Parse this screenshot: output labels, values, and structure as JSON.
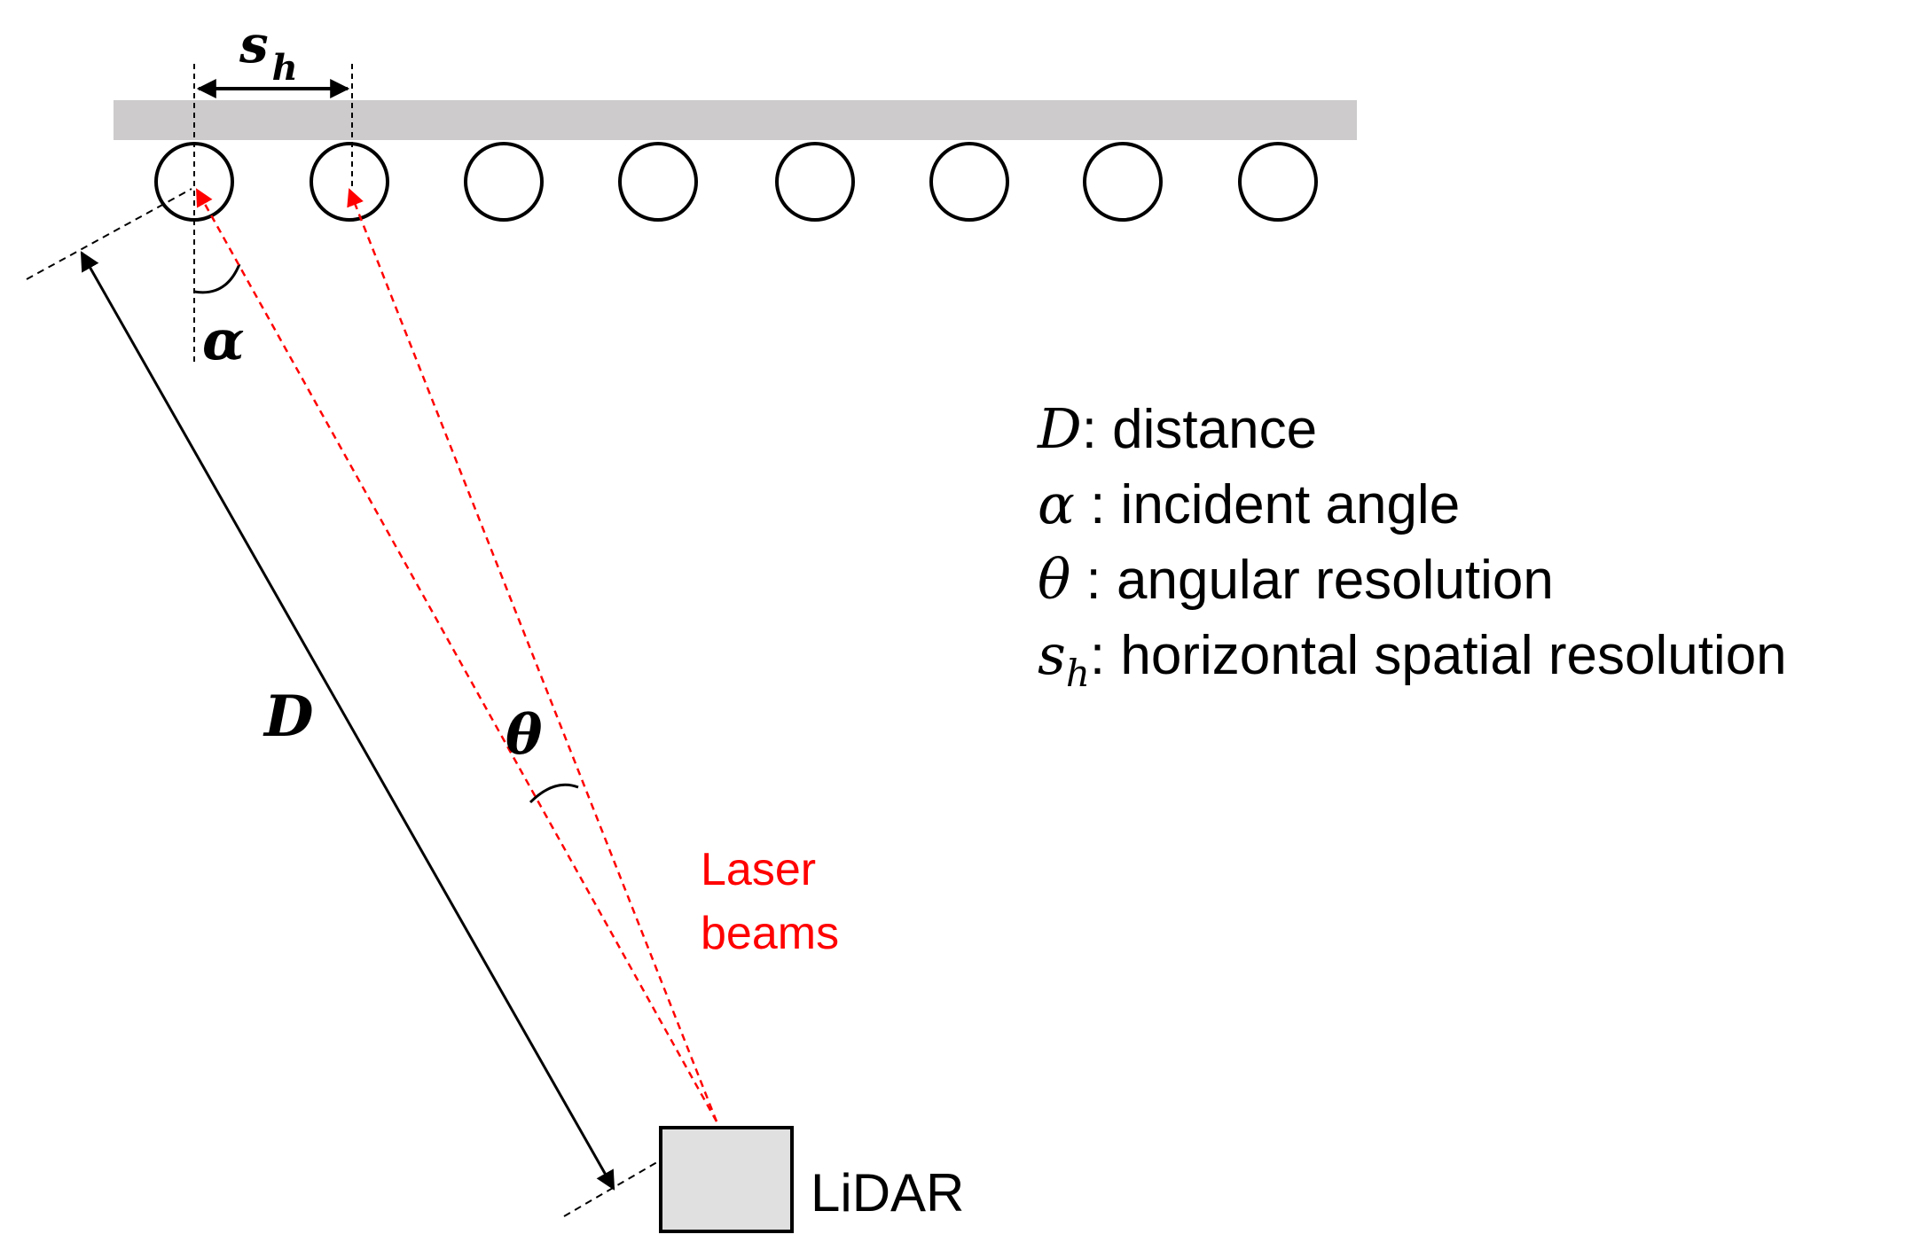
{
  "symbols": {
    "sh_main": "s",
    "sh_sub": "h",
    "alpha": "α",
    "distance": "D",
    "theta": "θ"
  },
  "laser_label": {
    "line1": "Laser",
    "line2": "beams"
  },
  "device_label": "LiDAR",
  "legend": [
    {
      "symbol": "D",
      "text": ": distance"
    },
    {
      "symbol": "α",
      "text": " : incident angle"
    },
    {
      "symbol": "θ",
      "text": " : angular resolution"
    },
    {
      "symbol": "s",
      "symbol_sub": "h",
      "text": ": horizontal spatial resolution"
    }
  ],
  "colors": {
    "wall": "#cdcbcc",
    "laser": "#ff0000",
    "device_fill": "#e0e0e0",
    "line": "#000000"
  },
  "target_count": 8
}
